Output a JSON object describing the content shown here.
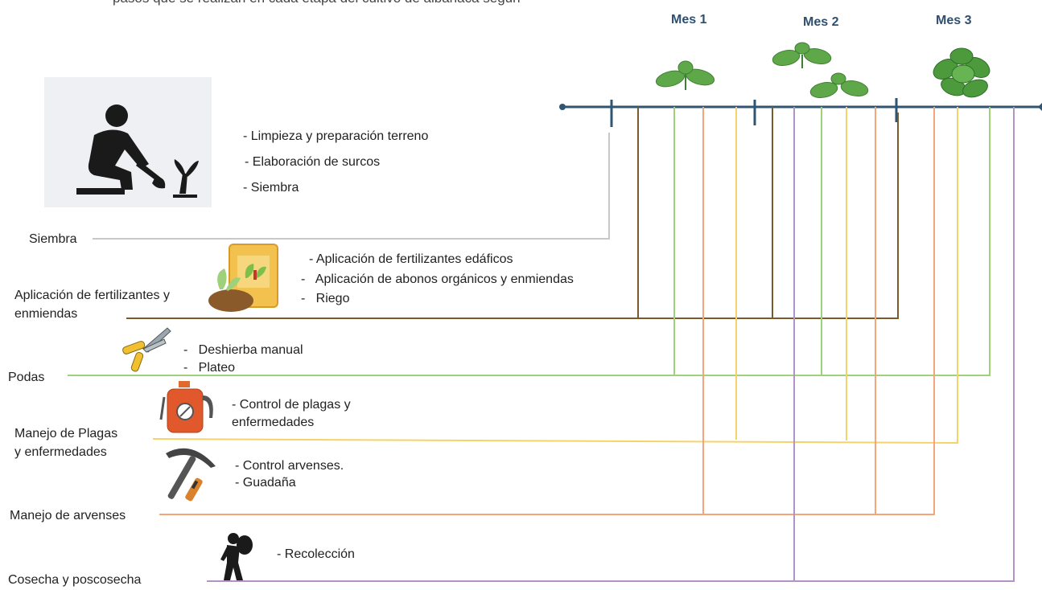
{
  "header_fragment": "pasos que se realizan en cada etapa del cultivo de albahaca según",
  "months": [
    "Mes 1",
    "Mes 2",
    "Mes 3"
  ],
  "stages": {
    "siembra": {
      "label": "Siembra",
      "tasks": [
        "- Limpieza y preparación terreno",
        "- Elaboración de surcos",
        "- Siembra"
      ]
    },
    "fertilizantes": {
      "label_line1": "Aplicación de fertilizantes y",
      "label_line2": "enmiendas",
      "tasks": [
        "- Aplicación de fertilizantes edáficos",
        "-   Aplicación de abonos orgánicos y enmiendas",
        "-   Riego"
      ]
    },
    "podas": {
      "label": "Podas",
      "tasks": [
        "-   Deshierba manual",
        "-   Plateo"
      ]
    },
    "plagas": {
      "label_line1": "Manejo de Plagas",
      "label_line2": "y enfermedades",
      "tasks": [
        "- Control de plagas y",
        "enfermedades"
      ]
    },
    "arvenses": {
      "label": "Manejo de arvenses",
      "tasks": [
        "- Control arvenses.",
        "- Guadaña"
      ]
    },
    "cosecha": {
      "label": "Cosecha y poscosecha",
      "tasks": [
        "- Recolección"
      ]
    }
  },
  "colors": {
    "timeline": "#2f5573",
    "siembra": "#c8c8c8",
    "fertilizantes": "#7a5a2a",
    "podas": "#9fd07a",
    "plagas": "#f5d36a",
    "arvenses": "#f4a57c",
    "cosecha": "#b493c4"
  },
  "icons": [
    "gardener-icon",
    "fertilizer-bag-icon",
    "pruning-shears-icon",
    "sprayer-icon",
    "pickaxe-icon",
    "harvester-icon",
    "basil-leaf-icon"
  ]
}
